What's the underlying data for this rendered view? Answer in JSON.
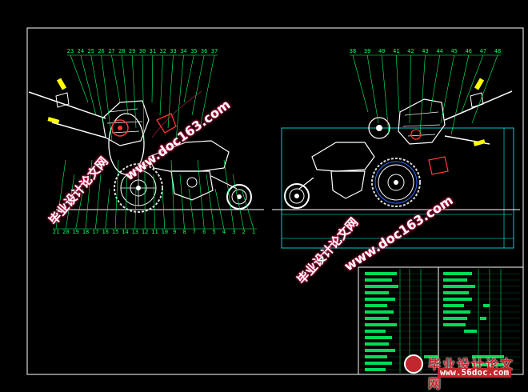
{
  "left_view": {
    "top_labels": [
      "23",
      "24",
      "25",
      "26",
      "27",
      "28",
      "29",
      "30",
      "31",
      "32",
      "33",
      "34",
      "35",
      "36",
      "37"
    ],
    "bottom_labels": [
      "21",
      "20",
      "19",
      "18",
      "17",
      "16",
      "15",
      "14",
      "13",
      "12",
      "11",
      "10",
      "9",
      "8",
      "7",
      "6",
      "5",
      "4",
      "3",
      "2",
      "1"
    ]
  },
  "right_view": {
    "top_labels": [
      "38",
      "39",
      "40",
      "41",
      "42",
      "43",
      "44",
      "45",
      "46",
      "47",
      "48"
    ]
  },
  "watermarks": {
    "url": "www.doc163.com",
    "cn": "毕业设计论文网"
  },
  "brand": {
    "cn": "毕业设计论文网",
    "site": "www.56doc.com"
  },
  "colors": {
    "frame": "#ffffff",
    "leader": "#00ff66",
    "title_block": "#00ff66",
    "part_yellow": "#ffff00",
    "part_red": "#ff3333",
    "dimension_cyan": "#00ffff",
    "wheel_blue": "#2f6bff",
    "watermark_glow": "#ff2a6a",
    "brand_red": "#c2272d"
  }
}
